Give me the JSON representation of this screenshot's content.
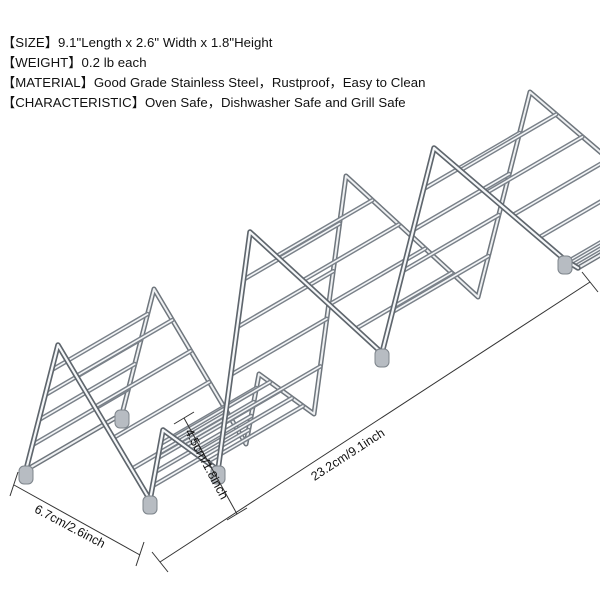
{
  "specs": [
    "【SIZE】9.1\"Length x 2.6\" Width x 1.8\"Height",
    "【WEIGHT】0.2 lb each",
    "【MATERIAL】Good Grade Stainless Steel，Rustproof，Easy to Clean",
    "【CHARACTERISTIC】Oven Safe，Dishwasher Safe and Grill Safe"
  ],
  "dimensions": {
    "length": "23.2cm/9.1inch",
    "width": "6.7cm/2.6inch",
    "height": "4.5cm/1.8inch"
  },
  "product": {
    "name": "stainless steel taco holder rack",
    "material_color": "#c9cdd2",
    "foot_color": "#b7bcc2"
  }
}
